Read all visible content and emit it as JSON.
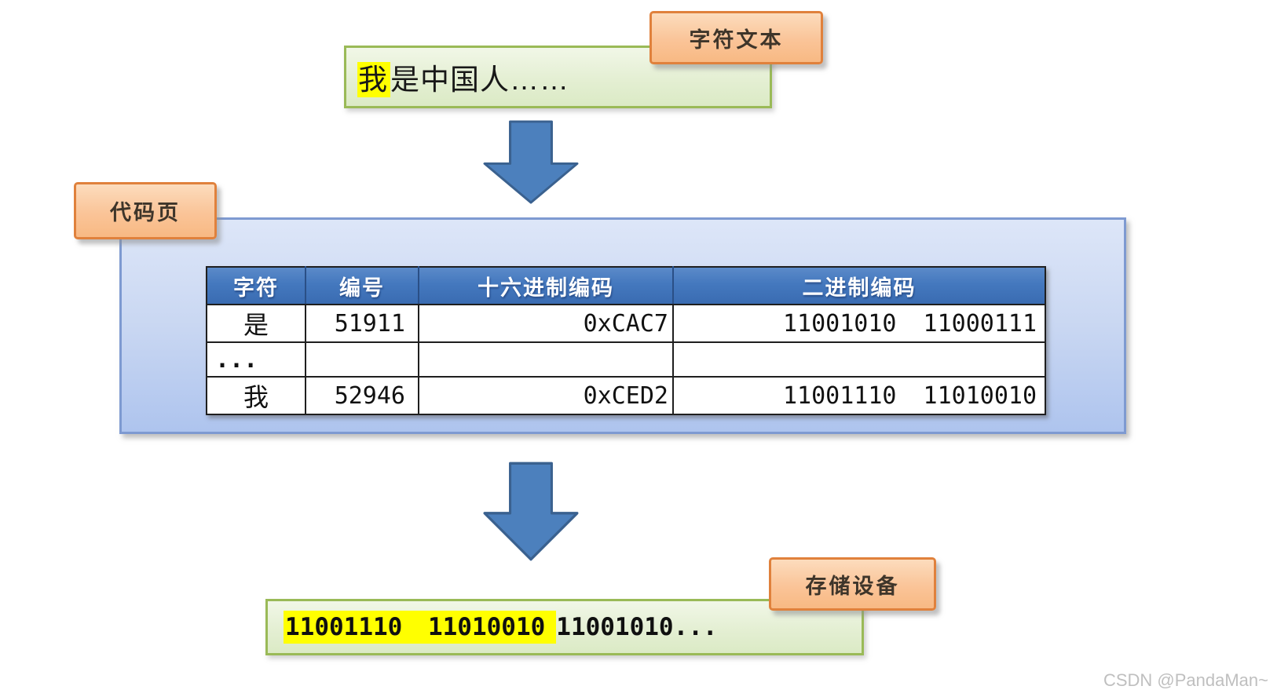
{
  "colors": {
    "accent_blue": "#4c80bd",
    "arrow_border": "#3a618f",
    "table_header_blue": "#4478be",
    "container_fill": "#c9d7f2",
    "container_border": "#7e9ad1",
    "green_fill": "#e4efd3",
    "green_border": "#9aba57",
    "orange_fill": "#fac498",
    "orange_border": "#e0813c",
    "highlight_yellow": "#ffff00"
  },
  "source": {
    "label": "字符文本",
    "text_highlighted": "我",
    "text_rest": "是中国人……"
  },
  "codepage": {
    "label": "代码页",
    "table": {
      "headers": [
        "字符",
        "编号",
        "十六进制编码",
        "二进制编码"
      ],
      "rows": [
        {
          "char": "是",
          "code": "51911",
          "hex": "0xCAC7",
          "binary": "11001010 11000111"
        },
        {
          "char": "...",
          "code": "",
          "hex": "",
          "binary": ""
        },
        {
          "char": "我",
          "code": "52946",
          "hex": "0xCED2",
          "binary": "11001110 11010010"
        }
      ]
    }
  },
  "storage": {
    "label": "存储设备",
    "binary_highlighted": "11001110 11010010",
    "binary_rest": "11001010..."
  },
  "watermark": "CSDN @PandaMan~"
}
